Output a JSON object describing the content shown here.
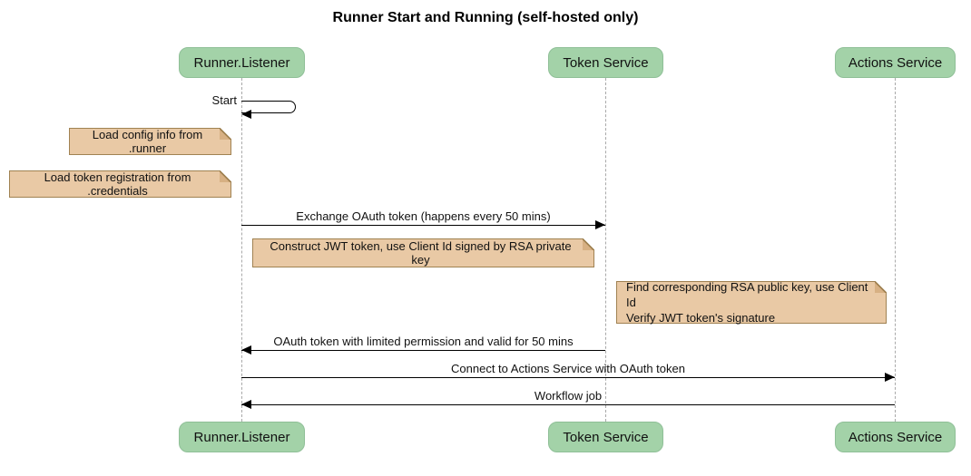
{
  "title": "Runner Start and Running (self-hosted only)",
  "diagram_type": "sequence",
  "actors": [
    {
      "name": "Runner.Listener"
    },
    {
      "name": "Token Service"
    },
    {
      "name": "Actions Service"
    }
  ],
  "self_message": {
    "label": "Start",
    "actor": "Runner.Listener"
  },
  "notes": [
    {
      "text": "Load config info from .runner",
      "placement": "left of Runner.Listener"
    },
    {
      "text": "Load token registration from .credentials",
      "placement": "left of Runner.Listener"
    },
    {
      "text": "Construct JWT token, use Client Id signed by RSA private key",
      "placement": "between Runner.Listener and Token Service"
    },
    {
      "text": "Find corresponding RSA public key, use Client Id\nVerify JWT token's signature",
      "placement": "between Token Service and Actions Service"
    }
  ],
  "messages": [
    {
      "label": "Exchange OAuth token (happens every 50 mins)",
      "from": "Runner.Listener",
      "to": "Token Service",
      "direction": "right"
    },
    {
      "label": "OAuth token with limited permission and valid for 50 mins",
      "from": "Token Service",
      "to": "Runner.Listener",
      "direction": "left"
    },
    {
      "label": "Connect to Actions Service with OAuth token",
      "from": "Runner.Listener",
      "to": "Actions Service",
      "direction": "right"
    },
    {
      "label": "Workflow job",
      "from": "Actions Service",
      "to": "Runner.Listener",
      "direction": "left"
    }
  ],
  "colors": {
    "actor_fill": "#a3d2a8",
    "actor_border": "#8fbf97",
    "note_fill": "#e9c9a5",
    "note_border": "#a08252",
    "lifeline": "#a9a9a9",
    "arrow": "#000000",
    "background": "#ffffff",
    "text": "#111111"
  }
}
